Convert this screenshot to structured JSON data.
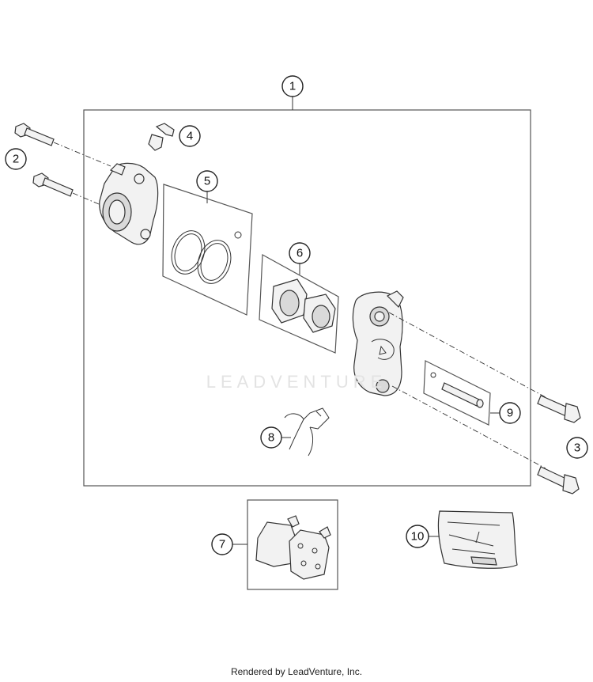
{
  "watermark": "LEADVENTURE",
  "footer": "Rendered by LeadVenture, Inc.",
  "callouts": [
    "1",
    "2",
    "3",
    "4",
    "5",
    "6",
    "7",
    "8",
    "9",
    "10"
  ]
}
